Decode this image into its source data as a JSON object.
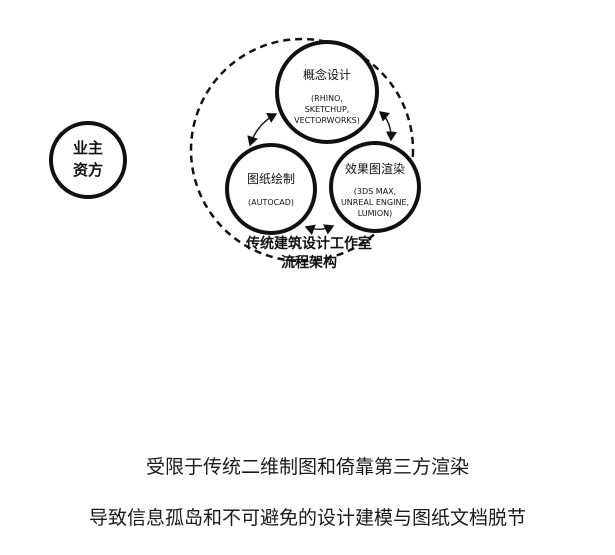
{
  "owner": {
    "line1": "业主",
    "line2": "资方"
  },
  "nodes": {
    "concept": {
      "title": "概念设计",
      "sub": [
        "(RHINO,",
        "SKETCHUP,",
        "VECTORWORKS)"
      ]
    },
    "drawing": {
      "title": "图纸绘制",
      "sub": [
        "(AUTOCAD)"
      ]
    },
    "render": {
      "title": "效果图渲染",
      "sub": [
        "(3DS MAX,",
        "UNREAL ENGINE,",
        "LUMION)"
      ]
    }
  },
  "framework": {
    "line1": "传统建筑设计工作室",
    "line2": "流程架构"
  },
  "captions": [
    "受限于传统二维制图和倚靠第三方渲染",
    "导致信息孤岛和不可避免的设计建模与图纸文档脱节"
  ],
  "colors": {
    "stroke": "#111111",
    "text": "#1a1a1a"
  }
}
